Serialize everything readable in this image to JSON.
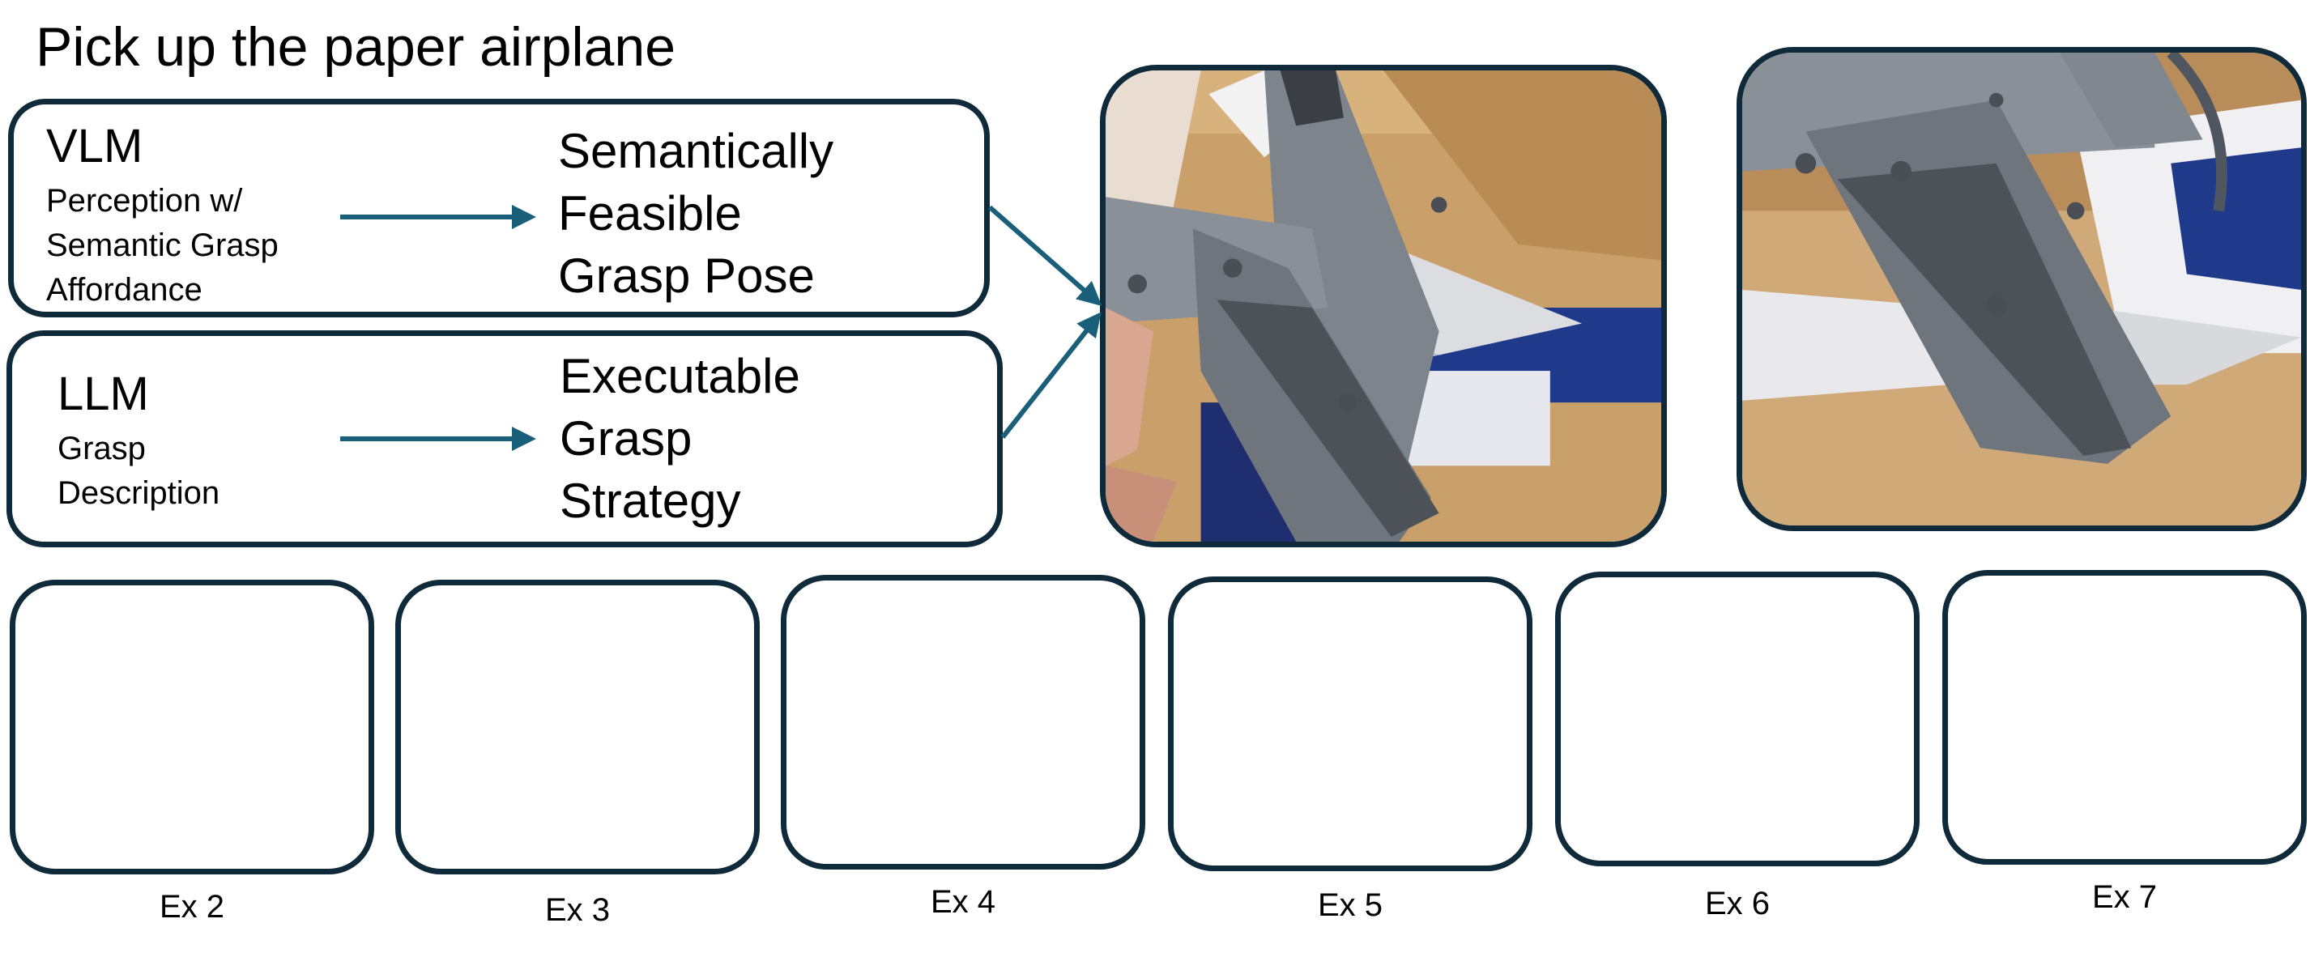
{
  "title": "Pick up the paper airplane",
  "vlm": {
    "name": "VLM",
    "lines": [
      "Perception w/",
      "Semantic Grasp",
      "Affordance"
    ],
    "output_lines": [
      "Semantically",
      "Feasible",
      "Grasp Pose"
    ]
  },
  "llm": {
    "name": "LLM",
    "lines": [
      "Grasp",
      "Description"
    ],
    "output_lines": [
      "Executable",
      "Grasp",
      "Strategy"
    ]
  },
  "examples": [
    "Ex 2",
    "Ex 3",
    "Ex 4",
    "Ex 5",
    "Ex 6",
    "Ex 7"
  ],
  "colors": {
    "arrow": "#1a5f7a",
    "border": "#0f2a3a",
    "background": "#ffffff"
  },
  "images": [
    "robot-gripper-grasping-paper-airplane-photo",
    "robot-gripper-grasping-paper-airplane-closeup-photo"
  ]
}
